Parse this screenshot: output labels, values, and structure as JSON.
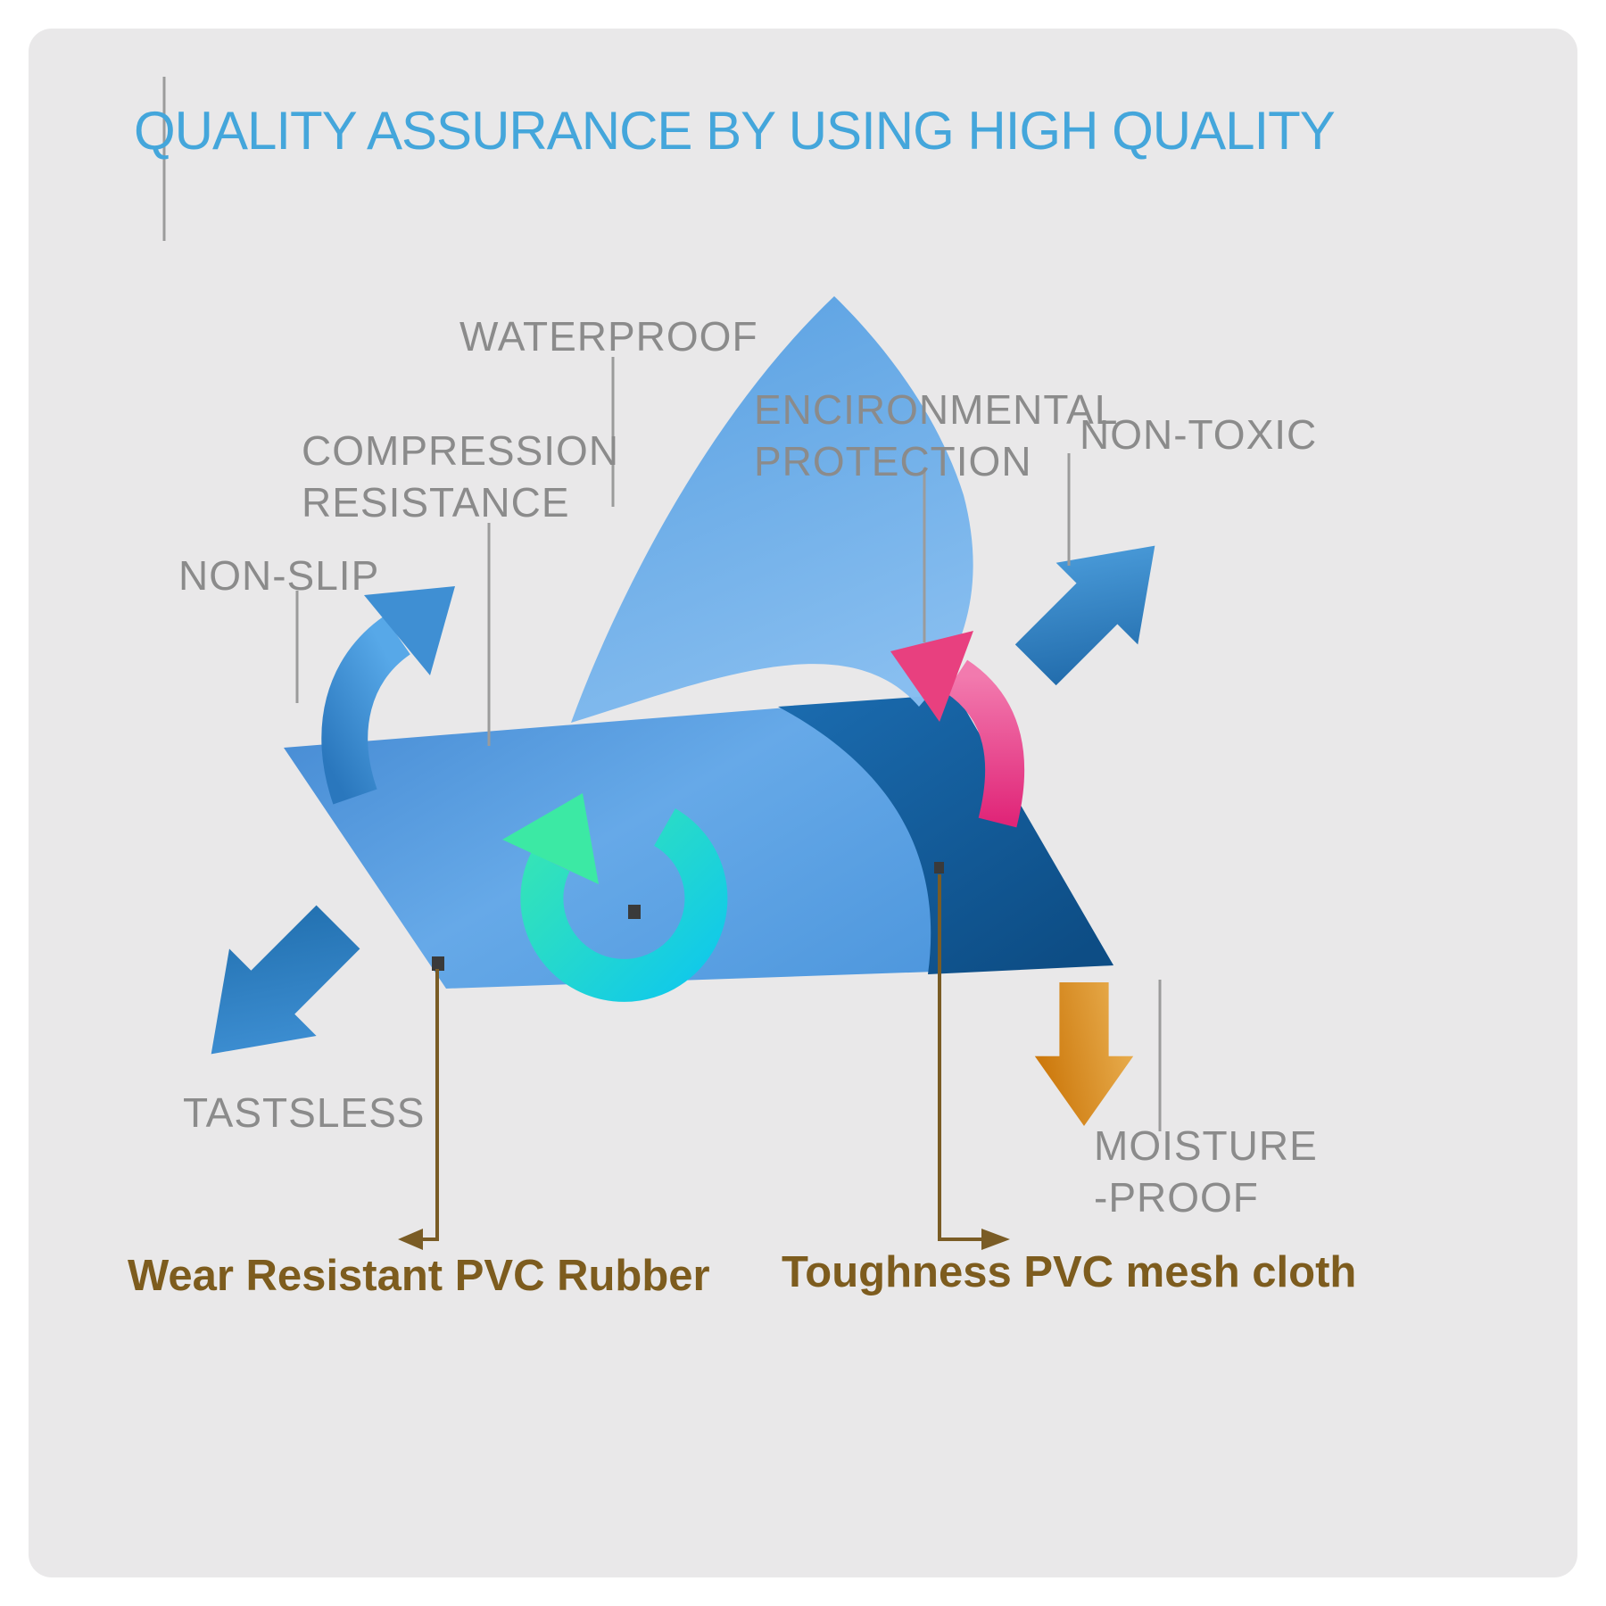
{
  "title": "QUALITY ASSURANCE BY USING HIGH QUALITY",
  "labels": {
    "waterproof": "WATERPROOF",
    "environmental": {
      "line1": "ENCIRONMENTAL",
      "line2": "PROTECTION"
    },
    "non_toxic": "NON-TOXIC",
    "compression": {
      "line1": "COMPRESSION",
      "line2": "RESISTANCE"
    },
    "non_slip": "NON-SLIP",
    "tastless": "TASTSLESS",
    "moisture": {
      "line1": "MOISTURE",
      "line2": "-PROOF"
    }
  },
  "materials": {
    "wear_resistant": "Wear Resistant PVC Rubber",
    "toughness": "Toughness PVC mesh cloth"
  },
  "colors": {
    "title": "#44a6db",
    "feature_label": "#8b8b8b",
    "material_label": "#7d5c1e",
    "mat_blue": "#4e97dd",
    "mat_underside_blue": "#1266ad",
    "sheet_blue": "#6fb0ea",
    "recycle_teal": "#23d8c2",
    "arrow_pink": "#e8407f",
    "arrow_orange": "#d9891c",
    "connector_gray": "#9b9b9b",
    "connector_gold": "#7a5c25"
  }
}
